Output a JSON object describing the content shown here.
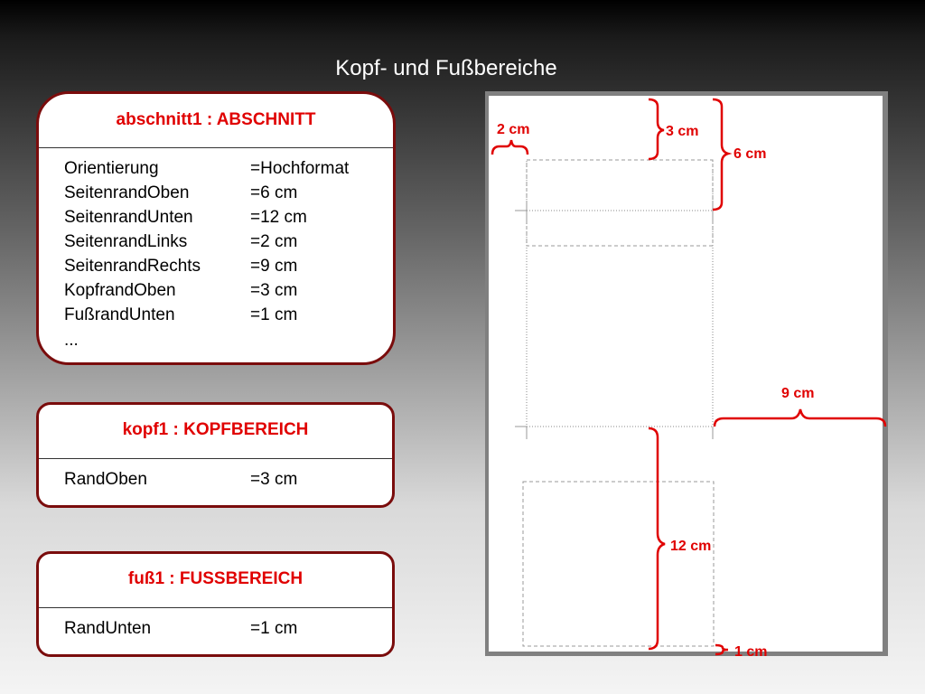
{
  "title": "Kopf- und Fußbereiche",
  "abschnitt": {
    "header": "abschnitt1 : ABSCHNITT",
    "rows": [
      {
        "key": "Orientierung",
        "value": "=Hochformat"
      },
      {
        "key": "SeitenrandOben",
        "value": "=6 cm"
      },
      {
        "key": "SeitenrandUnten",
        "value": "=12 cm"
      },
      {
        "key": "SeitenrandLinks",
        "value": "=2 cm"
      },
      {
        "key": "SeitenrandRechts",
        "value": "=9 cm"
      },
      {
        "key": "KopfrandOben",
        "value": "=3 cm"
      },
      {
        "key": "FußrandUnten",
        "value": "=1 cm"
      }
    ],
    "more": "..."
  },
  "kopf": {
    "header": "kopf1 : KOPFBEREICH",
    "rows": [
      {
        "key": "RandOben",
        "value": "=3 cm"
      }
    ]
  },
  "fuss": {
    "header": "fuß1 : FUSSBEREICH",
    "rows": [
      {
        "key": "RandUnten",
        "value": "=1 cm"
      }
    ]
  },
  "diagram": {
    "labels": {
      "left_margin": "2 cm",
      "header_margin": "3 cm",
      "top_margin": "6 cm",
      "right_margin": "9 cm",
      "bottom_margin": "12 cm",
      "footer_margin": "1 cm"
    },
    "colors": {
      "accent": "#e00000",
      "box_border": "#7a0c0c"
    }
  }
}
